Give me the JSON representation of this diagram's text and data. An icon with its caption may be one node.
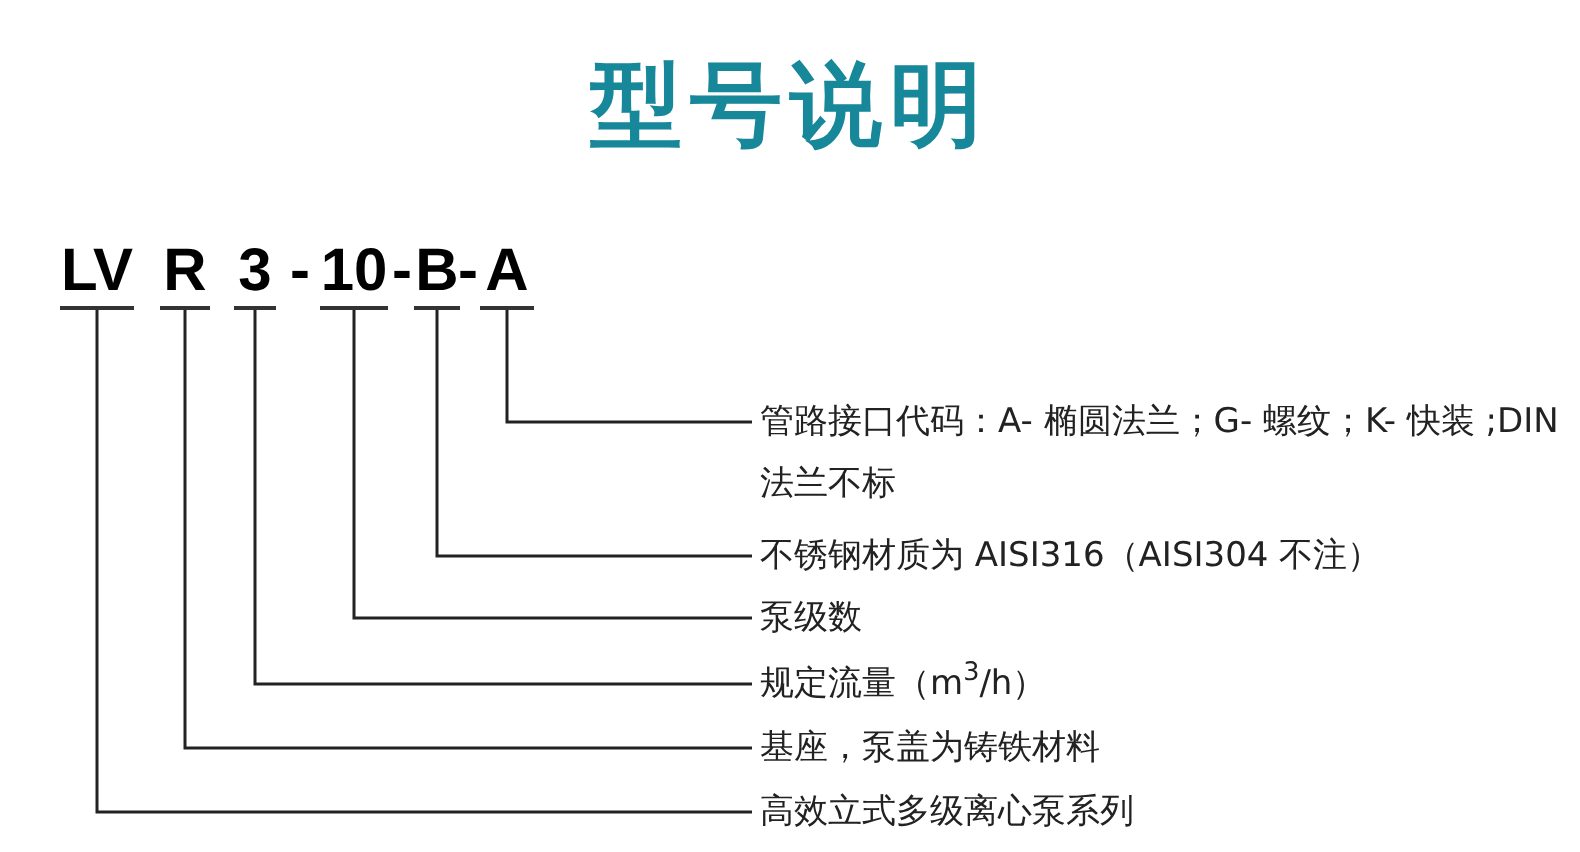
{
  "diagram": {
    "title": "型号说明",
    "nodes": [
      {
        "text": [
          "LV"
        ]
      },
      {
        "text": [
          "R"
        ]
      },
      {
        "text": [
          "3"
        ]
      },
      {
        "text": [
          "10"
        ]
      },
      {
        "text": [
          "B"
        ]
      },
      {
        "text": [
          "A"
        ]
      },
      {
        "text": [
          "管路接口代码：A- 椭圆法兰；G- 螺纹；K- 快装 ;DIN 法兰不标"
        ]
      },
      {
        "text": [
          "不锈钢材质为 AISI316（AISI304 不注）"
        ]
      },
      {
        "text": [
          "泵级数"
        ]
      },
      {
        "text": [
          "规定流量（m$^{3}$/h）"
        ]
      },
      {
        "text": [
          "基座，泵盖为铸铁材料"
        ]
      },
      {
        "text": [
          "高效立式多级离心泵系列"
        ]
      }
    ],
    "edges": [
      {
        "from": 5,
        "to": 6,
        "arrow": "none"
      },
      {
        "from": 4,
        "to": 7,
        "arrow": "none"
      },
      {
        "from": 3,
        "to": 8,
        "arrow": "none"
      },
      {
        "from": 2,
        "to": 9,
        "arrow": "none"
      },
      {
        "from": 1,
        "to": 10,
        "arrow": "none"
      },
      {
        "from": 0,
        "to": 11,
        "arrow": "none"
      }
    ],
    "labels": [
      "-",
      "-",
      "-"
    ]
  }
}
